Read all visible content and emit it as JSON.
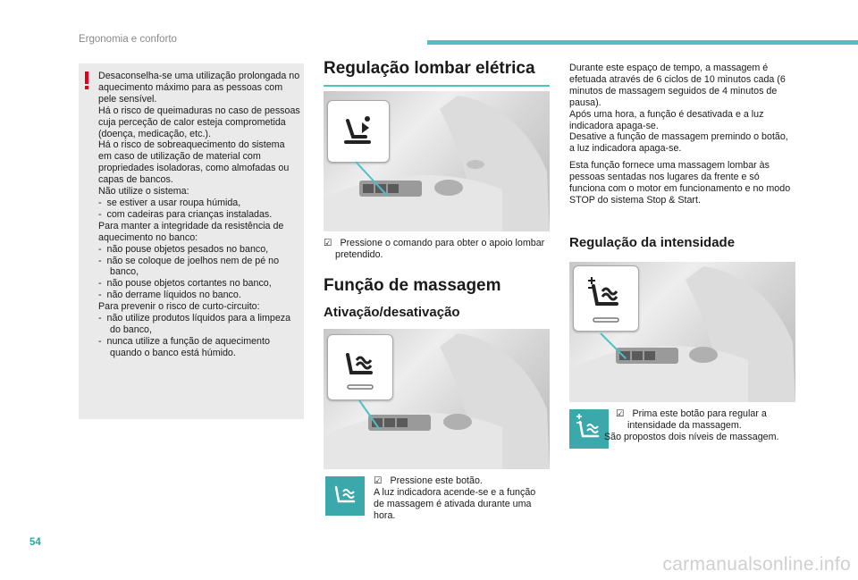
{
  "header": {
    "section": "Ergonomia e conforto"
  },
  "page_number": "54",
  "watermark": "carmanualsonline.info",
  "warning": {
    "mark": "!",
    "lines": [
      {
        "t": "Desaconselha-se uma utilização prolongada no aquecimento máximo para as pessoas com pele sensível.",
        "li": false
      },
      {
        "t": "Há o risco de queimaduras no caso de pessoas cuja perceção de calor esteja comprometida (doença, medicação, etc.).",
        "li": false
      },
      {
        "t": "Há o risco de sobreaquecimento do sistema em caso de utilização de material com propriedades isoladoras, como almofadas ou capas de bancos.",
        "li": false
      },
      {
        "t": "Não utilize o sistema:",
        "li": false
      },
      {
        "t": "-  se estiver a usar roupa húmida,",
        "li": true
      },
      {
        "t": "-  com cadeiras para crianças instaladas.",
        "li": true
      },
      {
        "t": "Para manter a integridade da resistência de aquecimento no banco:",
        "li": false
      },
      {
        "t": "-  não pouse objetos pesados no banco,",
        "li": true
      },
      {
        "t": "-  não se coloque de joelhos nem de pé no banco,",
        "li": true
      },
      {
        "t": "-  não pouse objetos cortantes no banco,",
        "li": true
      },
      {
        "t": "-  não derrame líquidos no banco.",
        "li": true
      },
      {
        "t": "Para prevenir o risco de curto-circuito:",
        "li": false
      },
      {
        "t": "-  não utilize produtos líquidos para a limpeza do banco,",
        "li": true
      },
      {
        "t": "-  nunca utilize a função de aquecimento quando o banco está húmido.",
        "li": true
      }
    ]
  },
  "lumbar": {
    "title": "Regulação lombar elétrica",
    "instruction": "☑   Pressione o comando para obter o apoio lombar pretendido."
  },
  "massage": {
    "title": "Função de massagem",
    "activation_title": "Ativação/desativação",
    "activation_lines": [
      "☑   Pressione este botão.",
      "A luz indicadora acende-se e a função de massagem é ativada durante uma hora."
    ]
  },
  "right_col": {
    "paragraph1": [
      "Durante este espaço de tempo, a massagem é efetuada através de 6 ciclos de 10 minutos cada (6 minutos de massagem seguidos de 4 minutos de pausa).",
      "Após uma hora, a função é desativada e a luz indicadora apaga-se.",
      "Desative a função de massagem premindo o botão, a luz indicadora apaga-se."
    ],
    "paragraph2": "Esta função fornece uma massagem lombar às pessoas sentadas nos lugares da frente e só funciona com o motor em funcionamento e no modo STOP do sistema Stop & Start.",
    "intensity_title": "Regulação da intensidade",
    "intensity_lines": [
      "☑   Prima este botão para regular a intensidade da massagem.",
      "São propostos dois níveis de massagem."
    ]
  },
  "icons": {
    "lumbar": "lumbar-seat-icon",
    "massage": "massage-seat-icon",
    "intensity": "massage-intensity-icon",
    "warning": "warning-exclamation-icon"
  },
  "colors": {
    "accent": "#4dc1c6",
    "tile": "#3ba9ac",
    "warning": "#e3001b",
    "note_bg": "#eaeaea"
  }
}
